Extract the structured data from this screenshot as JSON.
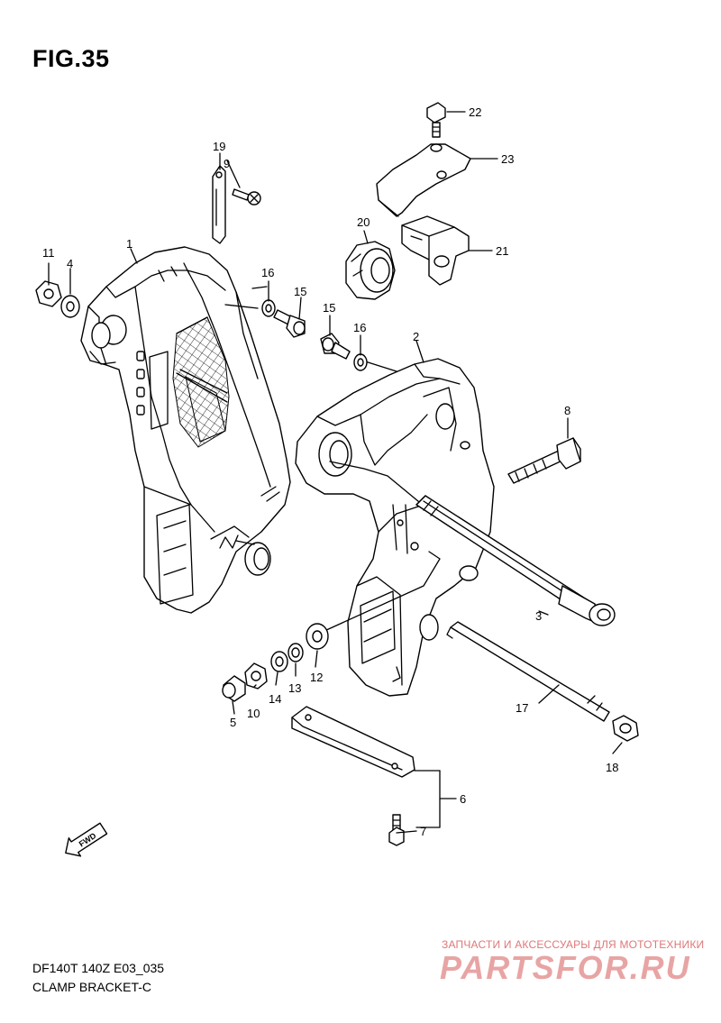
{
  "figure": {
    "title": "FIG.35",
    "model_code": "DF140T 140Z E03_035",
    "subtitle": "CLAMP BRACKET-C"
  },
  "callouts": {
    "c1": "1",
    "c2": "2",
    "c3": "3",
    "c4": "4",
    "c5": "5",
    "c6": "6",
    "c7": "7",
    "c8": "8",
    "c9": "9",
    "c10": "10",
    "c11": "11",
    "c12": "12",
    "c13": "13",
    "c14": "14",
    "c15a": "15",
    "c15b": "15",
    "c16a": "16",
    "c16b": "16",
    "c17": "17",
    "c18": "18",
    "c19": "19",
    "c20": "20",
    "c21": "21",
    "c22": "22",
    "c23": "23"
  },
  "fwd_arrow": {
    "label": "FWD",
    "icon": "fwd-arrow-icon"
  },
  "watermark": {
    "tagline": "ЗАПЧАСТИ И АКСЕССУАРЫ ДЛЯ МОТОТЕХНИКИ",
    "logo_text": "PARTSFOR.RU",
    "color": "#d34a4a"
  }
}
